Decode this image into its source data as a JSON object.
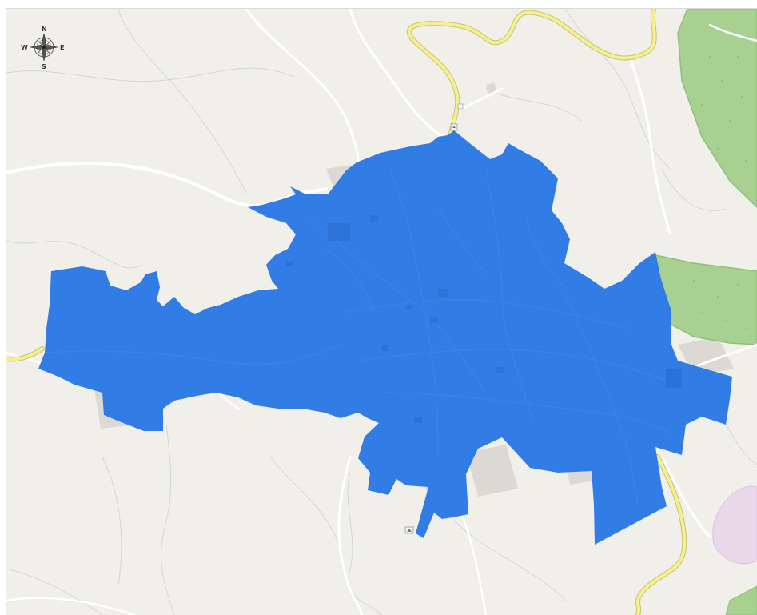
{
  "map": {
    "colors": {
      "land": "#f1efea",
      "road_white": "#ffffff",
      "road_yellow": "#f4f08f",
      "road_yellow_casing": "#c9c277",
      "forest": "#a8d091",
      "forest_edge": "#8fbf7a",
      "urban_gray": "#dddad6",
      "lilac": "#e8d8ea",
      "region_fill": "#2b78e4",
      "contour": "#cfd3cf"
    },
    "highlighted_region": {
      "fill_color": "#2b78e4",
      "opacity": 0.97
    },
    "compass": {
      "north": "N",
      "south": "S",
      "east": "E",
      "west": "W"
    }
  }
}
